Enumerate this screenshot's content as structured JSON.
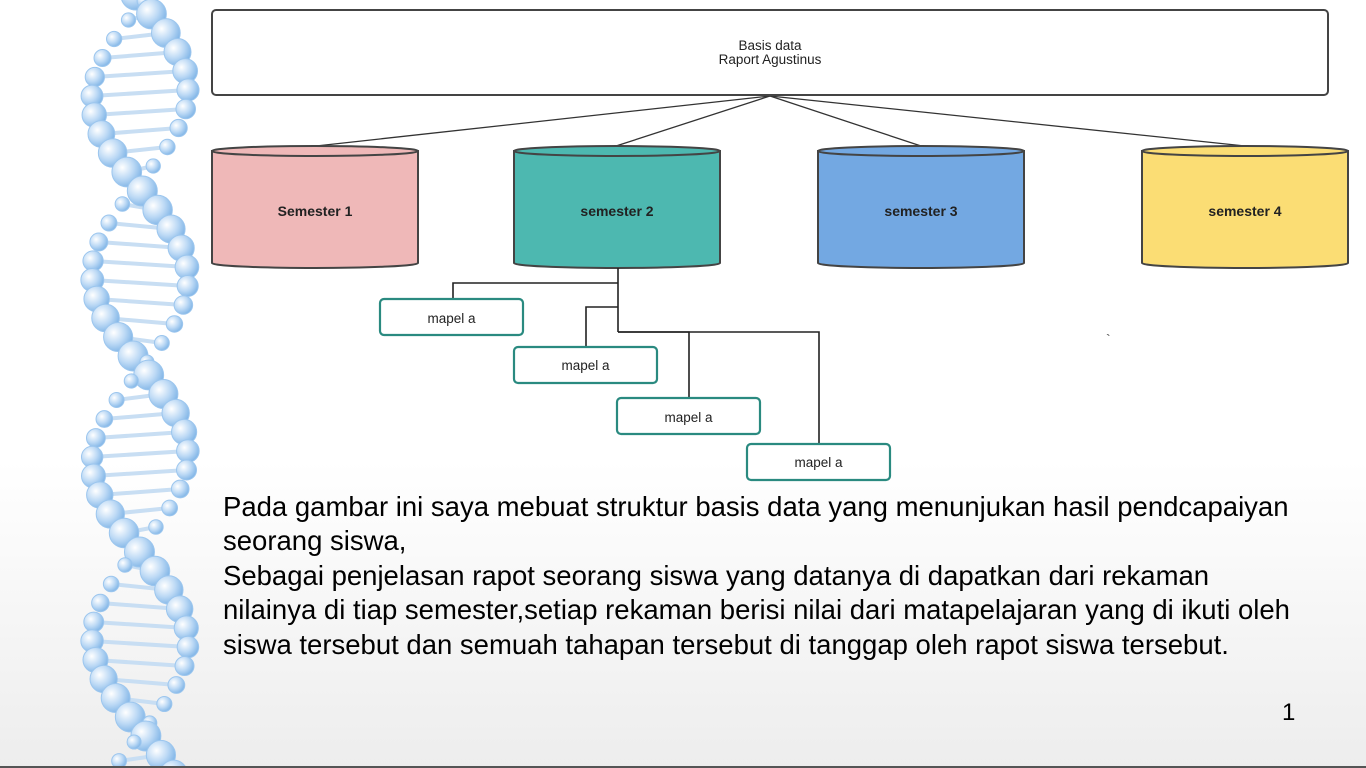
{
  "diagram": {
    "root": {
      "line1": "Basis data",
      "line2": "Raport Agustinus"
    },
    "semesters": [
      {
        "label": "Semester 1",
        "color": "#efb8b8"
      },
      {
        "label": "semester 2",
        "color": "#4db8b0"
      },
      {
        "label": "semester 3",
        "color": "#73a8e2"
      },
      {
        "label": "semester 4",
        "color": "#fbdd74"
      }
    ],
    "subjects": [
      "mapel a",
      "mapel a",
      "mapel a",
      "mapel a"
    ],
    "stray_mark": "`"
  },
  "description": [
    "Pada gambar ini saya mebuat struktur basis data yang menunjukan hasil pendcapaiyan seorang siswa,",
    "Sebagai penjelasan rapot seorang siswa yang datanya di dapatkan dari rekaman nilainya di tiap semester,setiap rekaman berisi nilai dari matapelajaran yang di ikuti oleh siswa tersebut dan semuah tahapan tersebut di tanggap oleh rapot siswa tersebut."
  ],
  "page_number": "1",
  "colors": {
    "subject_border": "#2a8a80",
    "line": "#333333",
    "dna": "#bcd9f5"
  }
}
